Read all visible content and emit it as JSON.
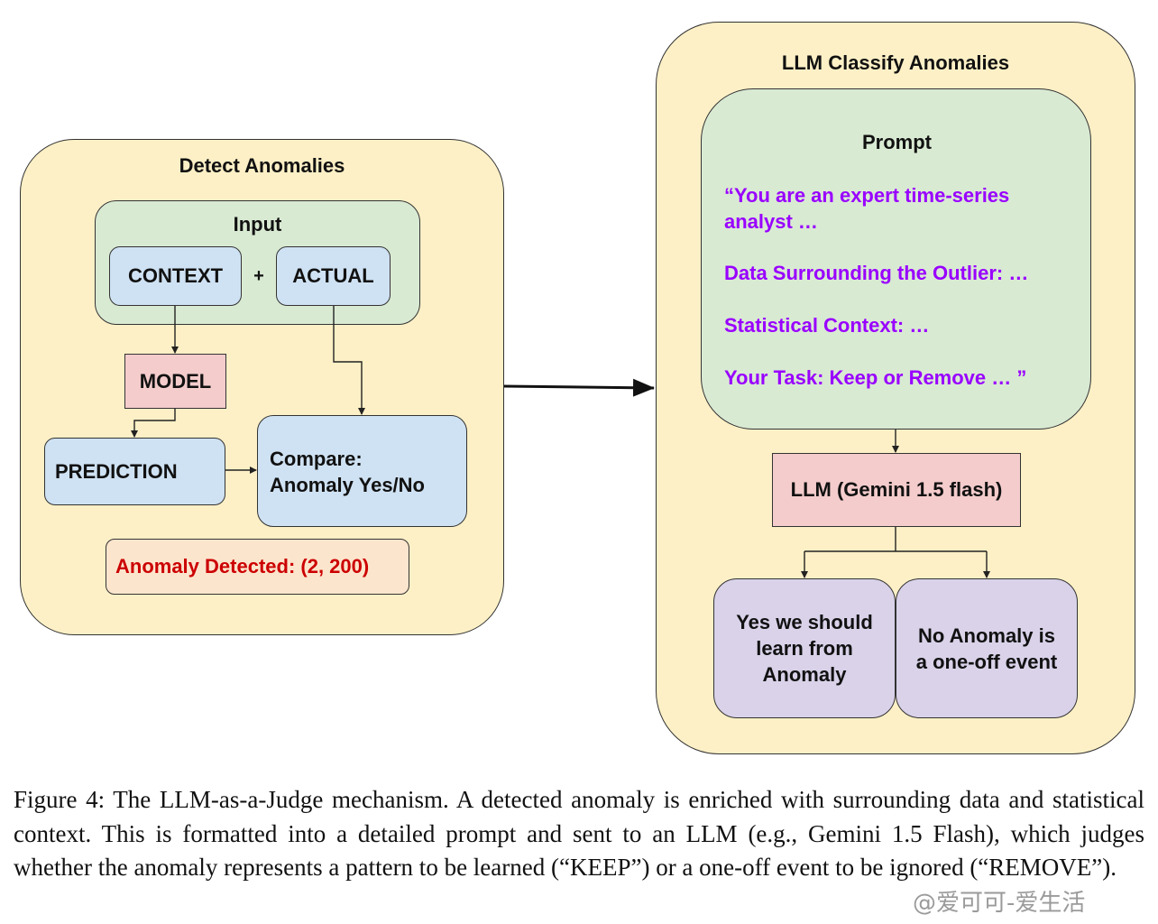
{
  "left_panel": {
    "title": "Detect Anomalies",
    "input_group": {
      "label": "Input",
      "context": "CONTEXT",
      "plus": "+",
      "actual": "ACTUAL"
    },
    "model": "MODEL",
    "prediction": "PREDICTION",
    "compare_line1": "Compare:",
    "compare_line2": "Anomaly Yes/No",
    "detected": "Anomaly Detected: (2, 200)"
  },
  "right_panel": {
    "title": "LLM Classify Anomalies",
    "prompt": {
      "heading": "Prompt",
      "line1": "“You are an expert time-series",
      "line2": "analyst …",
      "line3": "Data Surrounding the Outlier: …",
      "line4": "Statistical Context: …",
      "line5": "Your Task:  Keep or Remove … ”"
    },
    "llm": "LLM (Gemini 1.5 flash)",
    "keep": [
      "Yes we should",
      "learn from",
      "Anomaly"
    ],
    "remove": [
      "No Anomaly is",
      "a one-off event"
    ]
  },
  "caption": "Figure 4: The LLM-as-a-Judge mechanism. A detected anomaly is enriched with surrounding data and statistical context. This is formatted into a detailed prompt and sent to an LLM (e.g., Gemini 1.5 Flash), which judges whether the anomaly represents a pattern to be learned (“KEEP”) or a one-off event to be ignored (“REMOVE”).",
  "watermark": "@爱可可-爱生活",
  "colors": {
    "panel": "#fdf0c6",
    "prompt_text": "#9900ff",
    "detected_text": "#cc0000"
  }
}
